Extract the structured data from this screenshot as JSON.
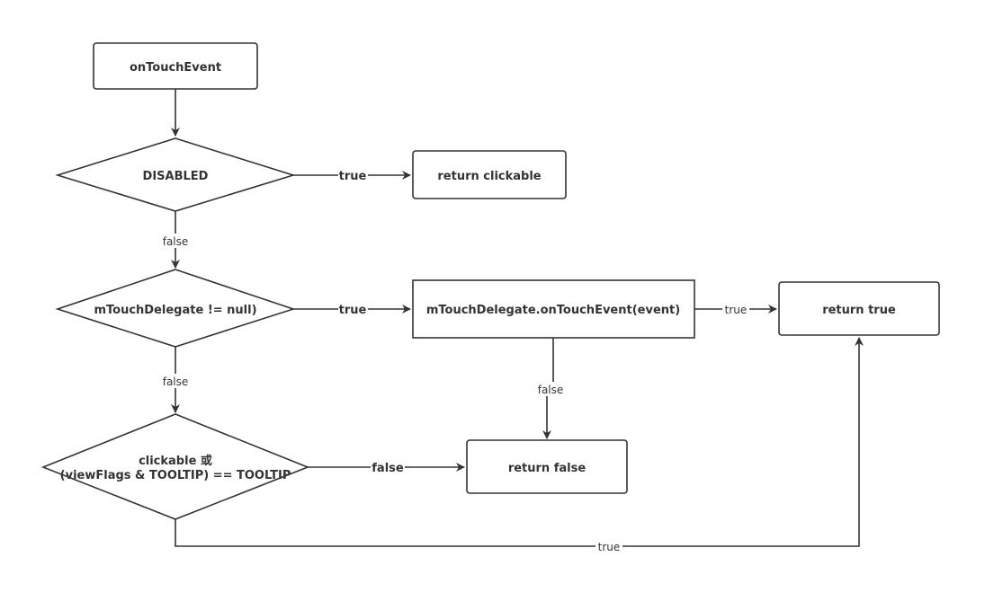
{
  "colors": {
    "stroke": "#333333",
    "text": "#333333",
    "background": "#ffffff"
  },
  "nodes": {
    "start": "onTouchEvent",
    "disabled": "DISABLED",
    "return_clickable": "return clickable",
    "touch_delegate_check": "mTouchDelegate != null)",
    "delegate_call": "mTouchDelegate.onTouchEvent(event)",
    "return_true": "return true",
    "clickable_check_line1": "clickable 或",
    "clickable_check_line2": "(viewFlags & TOOLTIP) == TOOLTIP",
    "return_false": "return false"
  },
  "edges": {
    "disabled_true": "true",
    "disabled_false": "false",
    "delegate_true": "true",
    "delegate_false": "false",
    "delegate_call_true": "true",
    "delegate_call_false": "false",
    "clickable_false": "false",
    "clickable_true": "true"
  }
}
